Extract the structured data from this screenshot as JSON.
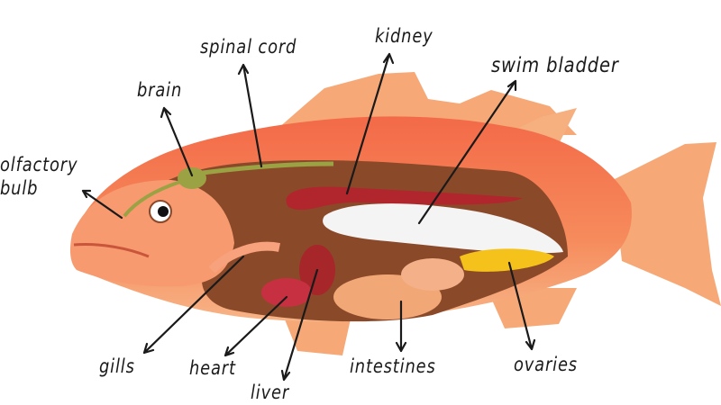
{
  "labels": {
    "olfactory_bulb": [
      "olfactory",
      "bulb"
    ],
    "brain": "brain",
    "spinal_cord": "spinal cord",
    "kidney": "kidney",
    "swim_bladder": "swim bladder",
    "gills": "gills",
    "heart": "heart",
    "liver": "liver",
    "intestines": "intestines",
    "ovaries": "ovaries"
  },
  "colors": {
    "body": "#f4865a",
    "fin": "#f6a877",
    "cavity": "#8a4a2a",
    "organ_dark": "#b0262c",
    "swim_bladder": "#f4f4f4",
    "ovaries": "#f5c21b",
    "brain": "#9aa243",
    "intestines": "#f2a777"
  }
}
